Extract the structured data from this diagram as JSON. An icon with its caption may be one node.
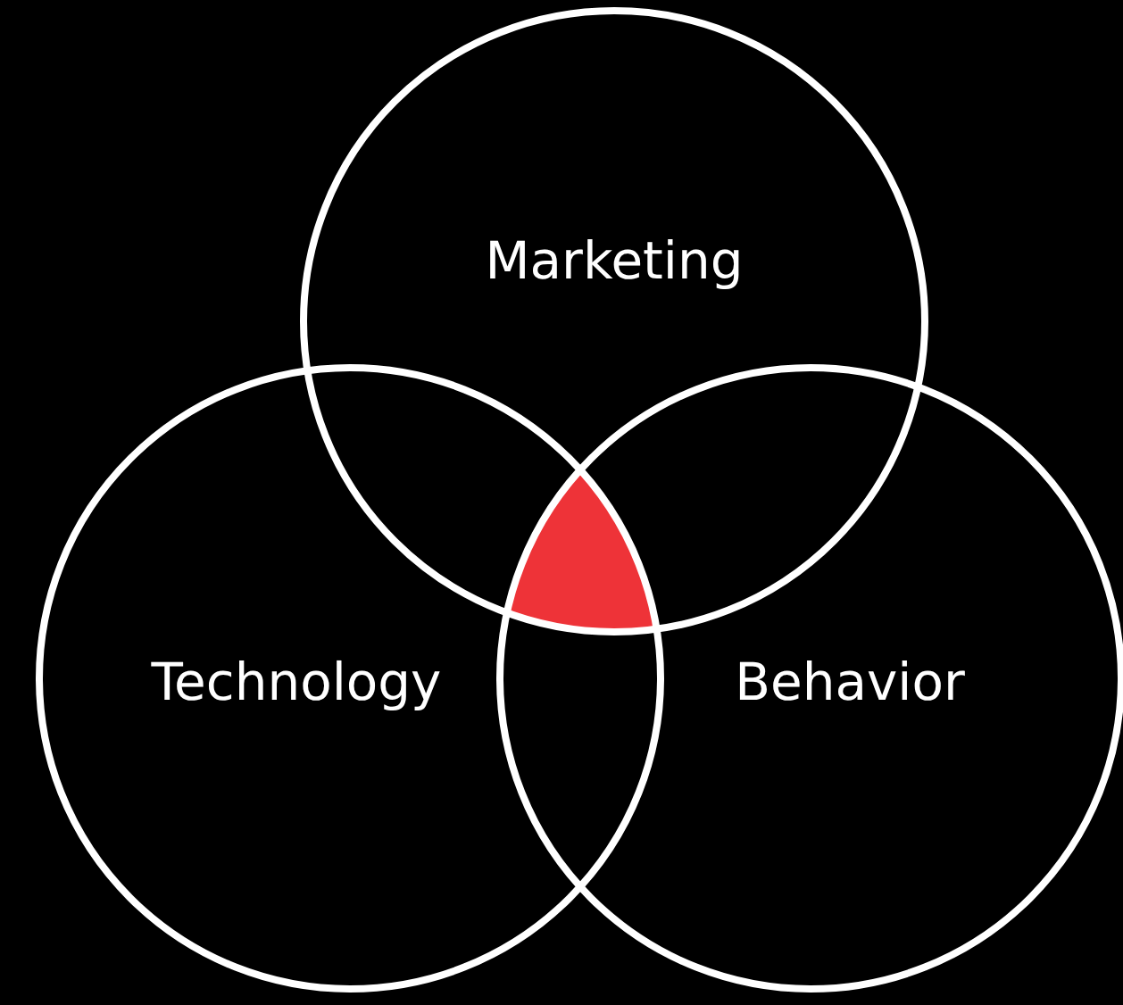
{
  "diagram": {
    "nodes": [
      {
        "text": [
          "Marketing"
        ]
      },
      {
        "text": [
          "Technology"
        ]
      },
      {
        "text": [
          "Behavior"
        ]
      }
    ]
  }
}
